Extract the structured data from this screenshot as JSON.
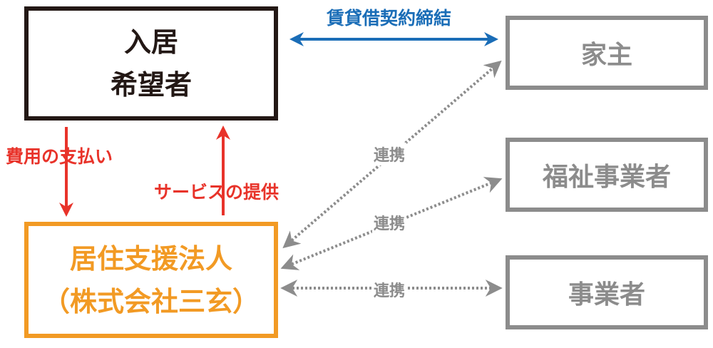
{
  "nodes": {
    "applicant": {
      "lines": [
        "入居",
        "希望者"
      ]
    },
    "support": {
      "lines": [
        "居住支援法人",
        "（株式会社三玄）"
      ]
    },
    "landlord": {
      "label": "家主"
    },
    "welfare": {
      "label": "福祉事業者"
    },
    "business": {
      "label": "事業者"
    }
  },
  "edges": {
    "lease": {
      "label": "賃貸借契約締結",
      "color": "#1a6db7"
    },
    "payment": {
      "label": "費用の支払い",
      "color": "#e8332a"
    },
    "service": {
      "label": "サービスの提供",
      "color": "#e8332a"
    },
    "link_landlord": {
      "label": "連携",
      "color": "#8c8c8c"
    },
    "link_welfare": {
      "label": "連携",
      "color": "#8c8c8c"
    },
    "link_business": {
      "label": "連携",
      "color": "#8c8c8c"
    }
  },
  "colors": {
    "applicant": "#231815",
    "support": "#f29a24",
    "partner": "#8c8c8c"
  }
}
